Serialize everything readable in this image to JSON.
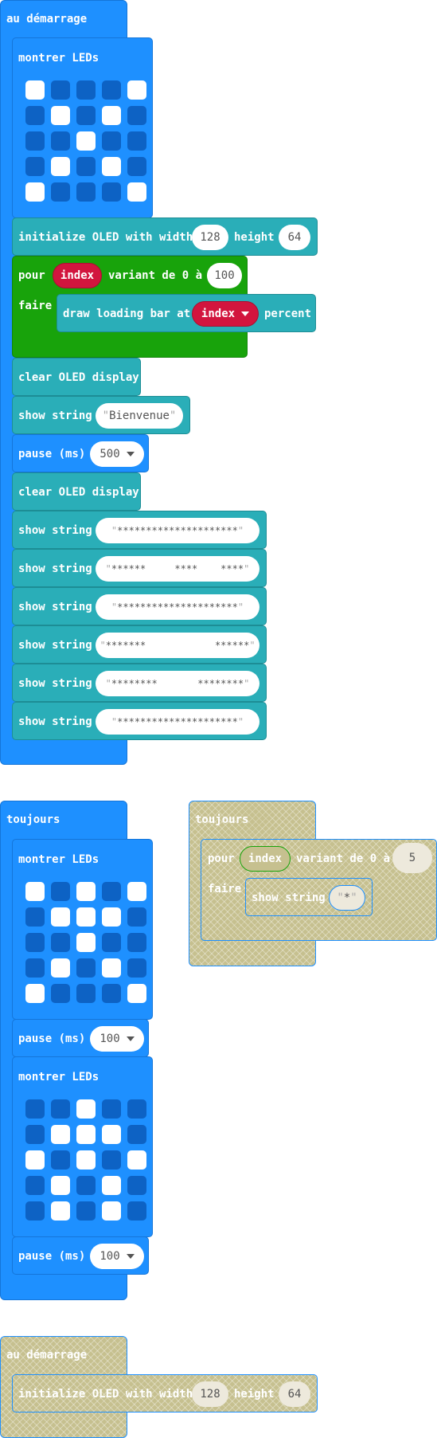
{
  "block1": {
    "hat": "au démarrage",
    "show_leds": "montrer LEDs",
    "leds": [
      1,
      0,
      0,
      0,
      1,
      0,
      1,
      0,
      1,
      0,
      0,
      0,
      1,
      0,
      0,
      0,
      1,
      0,
      1,
      0,
      1,
      0,
      0,
      0,
      1
    ],
    "init_oled": {
      "label": "initialize OLED with width",
      "width": "128",
      "height_label": "height",
      "height": "64"
    },
    "for_loop": {
      "pour": "pour",
      "var": "index",
      "range_label": "variant de 0 à",
      "to": "100",
      "faire": "faire"
    },
    "loading_bar": {
      "label": "draw loading bar at",
      "var": "index",
      "suffix": "percent"
    },
    "clear1": "clear OLED display",
    "show_string_label": "show string",
    "welcome": "Bienvenue",
    "pause": {
      "label": "pause (ms)",
      "value": "500"
    },
    "clear2": "clear OLED display",
    "strings": [
      "*********************",
      "******     ****    ****",
      "*********************",
      "*******            ******",
      "********       ********",
      "*********************"
    ]
  },
  "block2": {
    "hat": "toujours",
    "show_leds": "montrer LEDs",
    "leds1": [
      1,
      0,
      1,
      0,
      1,
      0,
      1,
      1,
      1,
      0,
      0,
      0,
      1,
      0,
      0,
      0,
      1,
      0,
      1,
      0,
      1,
      0,
      0,
      0,
      1
    ],
    "pause1": {
      "label": "pause (ms)",
      "value": "100"
    },
    "show_leds2": "montrer LEDs",
    "leds2": [
      0,
      0,
      1,
      0,
      0,
      0,
      1,
      1,
      1,
      0,
      1,
      0,
      1,
      0,
      1,
      0,
      1,
      0,
      1,
      0,
      0,
      1,
      0,
      1,
      0
    ],
    "pause2": {
      "label": "pause (ms)",
      "value": "100"
    }
  },
  "block3": {
    "hat": "toujours",
    "pour": "pour",
    "var": "index",
    "range_label": "variant de 0 à",
    "to": "5",
    "faire": "faire",
    "show_string": "show string",
    "str": "*"
  },
  "block4": {
    "hat": "au démarrage",
    "init_oled": {
      "label": "initialize OLED with width",
      "width": "128",
      "height_label": "height",
      "height": "64"
    }
  },
  "colors": {
    "blue": "#1e90ff",
    "teal": "#2aaeb8",
    "green": "#18a30b",
    "red": "#d2153e",
    "disabled": "#c6c08f"
  }
}
